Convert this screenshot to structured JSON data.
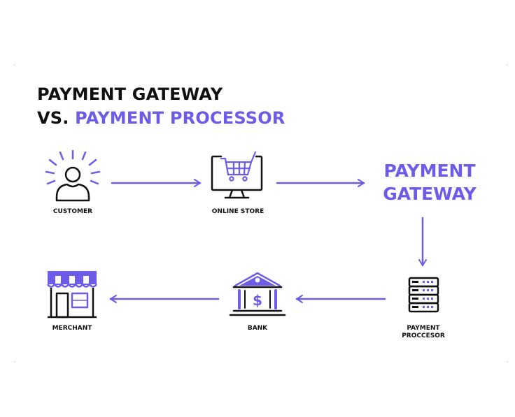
{
  "title": {
    "line1": "PAYMENT GATEWAY",
    "line2_prefix": "VS. ",
    "line2_accent": "PAYMENT PROCESSOR"
  },
  "colors": {
    "accent": "#6c5ce7",
    "ink": "#111111"
  },
  "nodes": {
    "customer": {
      "label": "CUSTOMER",
      "icon": "customer-icon"
    },
    "online_store": {
      "label": "ONLINE STORE",
      "icon": "online-store-icon"
    },
    "payment_gateway": {
      "label": "PAYMENT\nGATEWAY"
    },
    "payment_processor": {
      "label": "PAYMENT\nPROCCESOR",
      "icon": "server-icon"
    },
    "bank": {
      "label": "BANK",
      "icon": "bank-icon"
    },
    "merchant": {
      "label": "MERCHANT",
      "icon": "storefront-icon"
    }
  }
}
